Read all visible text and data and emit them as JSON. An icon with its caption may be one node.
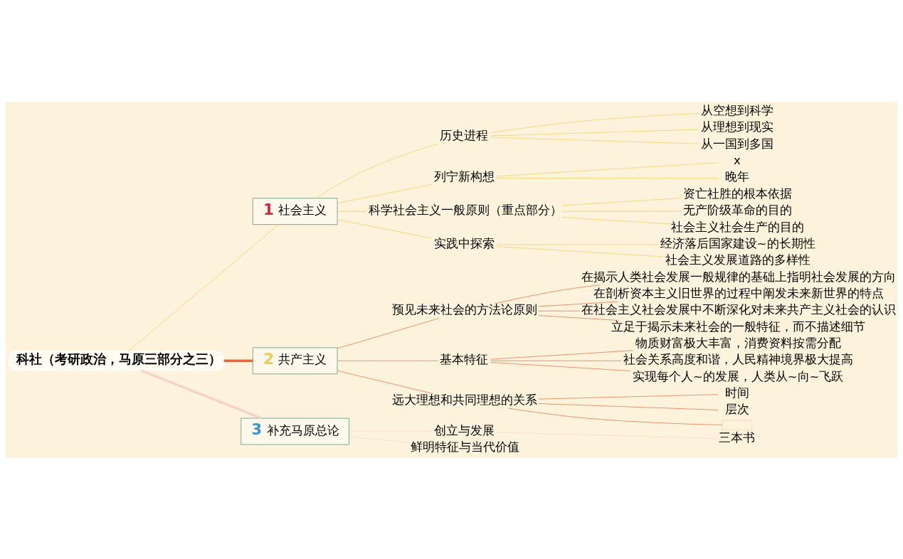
{
  "diagram": {
    "nodes": [
      {
        "text": [
          "科社（考研政治，马原三部分之三）"
        ]
      },
      {
        "text": [
          "1",
          "社会主义"
        ]
      },
      {
        "text": [
          "历史进程"
        ]
      },
      {
        "text": [
          "从空想到科学"
        ]
      },
      {
        "text": [
          "从理想到现实"
        ]
      },
      {
        "text": [
          "从一国到多国"
        ]
      },
      {
        "text": [
          "列宁新构想"
        ]
      },
      {
        "text": [
          "x"
        ]
      },
      {
        "text": [
          "晚年"
        ]
      },
      {
        "text": [
          "科学社会主义一般原则（重点部分）"
        ]
      },
      {
        "text": [
          "资亡社胜的根本依据"
        ]
      },
      {
        "text": [
          "无产阶级革命的目的"
        ]
      },
      {
        "text": [
          "社会主义社会生产的目的"
        ]
      },
      {
        "text": [
          "实践中探索"
        ]
      },
      {
        "text": [
          "经济落后国家建设~的长期性"
        ]
      },
      {
        "text": [
          "社会主义发展道路的多样性"
        ]
      },
      {
        "text": [
          "2",
          "共产主义"
        ]
      },
      {
        "text": [
          "预见未来社会的方法论原则"
        ]
      },
      {
        "text": [
          "在揭示人类社会发展一般规律的基础上指明社会发展的方向"
        ]
      },
      {
        "text": [
          "在剖析资本主义旧世界的过程中阐发未来新世界的特点"
        ]
      },
      {
        "text": [
          "在社会主义社会发展中不断深化对未来共产主义社会的认识"
        ]
      },
      {
        "text": [
          "立足于揭示未来社会的一般特征，而不描述细节"
        ]
      },
      {
        "text": [
          "基本特征"
        ]
      },
      {
        "text": [
          "物质财富极大丰富，消费资料按需分配"
        ]
      },
      {
        "text": [
          "社会关系高度和谐，人民精神境界极大提高"
        ]
      },
      {
        "text": [
          "实现每个人~的发展，人类从~向~飞跃"
        ]
      },
      {
        "text": [
          "远大理想和共同理想的关系"
        ]
      },
      {
        "text": [
          "时间"
        ]
      },
      {
        "text": [
          "层次"
        ]
      },
      {
        "text": [],
        "shape": "box"
      },
      {
        "text": [
          "3",
          "补充马原总论"
        ]
      },
      {
        "text": [
          "创立与发展"
        ]
      },
      {
        "text": [
          "三本书"
        ]
      },
      {
        "text": [
          "鲜明特征与当代价值"
        ]
      }
    ],
    "edges": [
      {
        "from": 0,
        "to": 1,
        "arrow": "none"
      },
      {
        "from": 1,
        "to": 2,
        "arrow": "none"
      },
      {
        "from": 2,
        "to": 3,
        "arrow": "none"
      },
      {
        "from": 2,
        "to": 4,
        "arrow": "none"
      },
      {
        "from": 2,
        "to": 5,
        "arrow": "none"
      },
      {
        "from": 1,
        "to": 6,
        "arrow": "none"
      },
      {
        "from": 6,
        "to": 7,
        "arrow": "none"
      },
      {
        "from": 6,
        "to": 8,
        "arrow": "none"
      },
      {
        "from": 1,
        "to": 9,
        "arrow": "none"
      },
      {
        "from": 9,
        "to": 10,
        "arrow": "none"
      },
      {
        "from": 9,
        "to": 11,
        "arrow": "none"
      },
      {
        "from": 9,
        "to": 12,
        "arrow": "none"
      },
      {
        "from": 1,
        "to": 13,
        "arrow": "none"
      },
      {
        "from": 13,
        "to": 14,
        "arrow": "none"
      },
      {
        "from": 13,
        "to": 15,
        "arrow": "none"
      },
      {
        "from": 0,
        "to": 16,
        "arrow": "none",
        "style": "thick",
        "color": "#e06a42"
      },
      {
        "from": 16,
        "to": 17,
        "arrow": "none",
        "color": "#e8906a"
      },
      {
        "from": 17,
        "to": 18,
        "arrow": "none",
        "color": "#e8906a"
      },
      {
        "from": 17,
        "to": 19,
        "arrow": "none",
        "color": "#e8906a"
      },
      {
        "from": 17,
        "to": 20,
        "arrow": "none",
        "color": "#e8906a"
      },
      {
        "from": 17,
        "to": 21,
        "arrow": "none",
        "color": "#e8906a"
      },
      {
        "from": 16,
        "to": 22,
        "arrow": "none",
        "color": "#e8906a"
      },
      {
        "from": 22,
        "to": 23,
        "arrow": "none",
        "color": "#e8906a"
      },
      {
        "from": 22,
        "to": 24,
        "arrow": "none",
        "color": "#e8906a"
      },
      {
        "from": 22,
        "to": 25,
        "arrow": "none",
        "color": "#e8906a"
      },
      {
        "from": 16,
        "to": 26,
        "arrow": "none",
        "color": "#e8906a"
      },
      {
        "from": 26,
        "to": 27,
        "arrow": "none",
        "color": "#e8906a"
      },
      {
        "from": 26,
        "to": 28,
        "arrow": "none",
        "color": "#e8906a"
      },
      {
        "from": 26,
        "to": 29,
        "arrow": "none",
        "color": "#e8906a"
      },
      {
        "from": 0,
        "to": 30,
        "arrow": "none",
        "style": "thick",
        "color": "#f4d2c6"
      },
      {
        "from": 30,
        "to": 31,
        "arrow": "none",
        "color": "#f6ddd3"
      },
      {
        "from": 31,
        "to": 32,
        "arrow": "none",
        "color": "#f6ddd3"
      },
      {
        "from": 30,
        "to": 33,
        "arrow": "none",
        "color": "#f6ddd3"
      }
    ]
  }
}
